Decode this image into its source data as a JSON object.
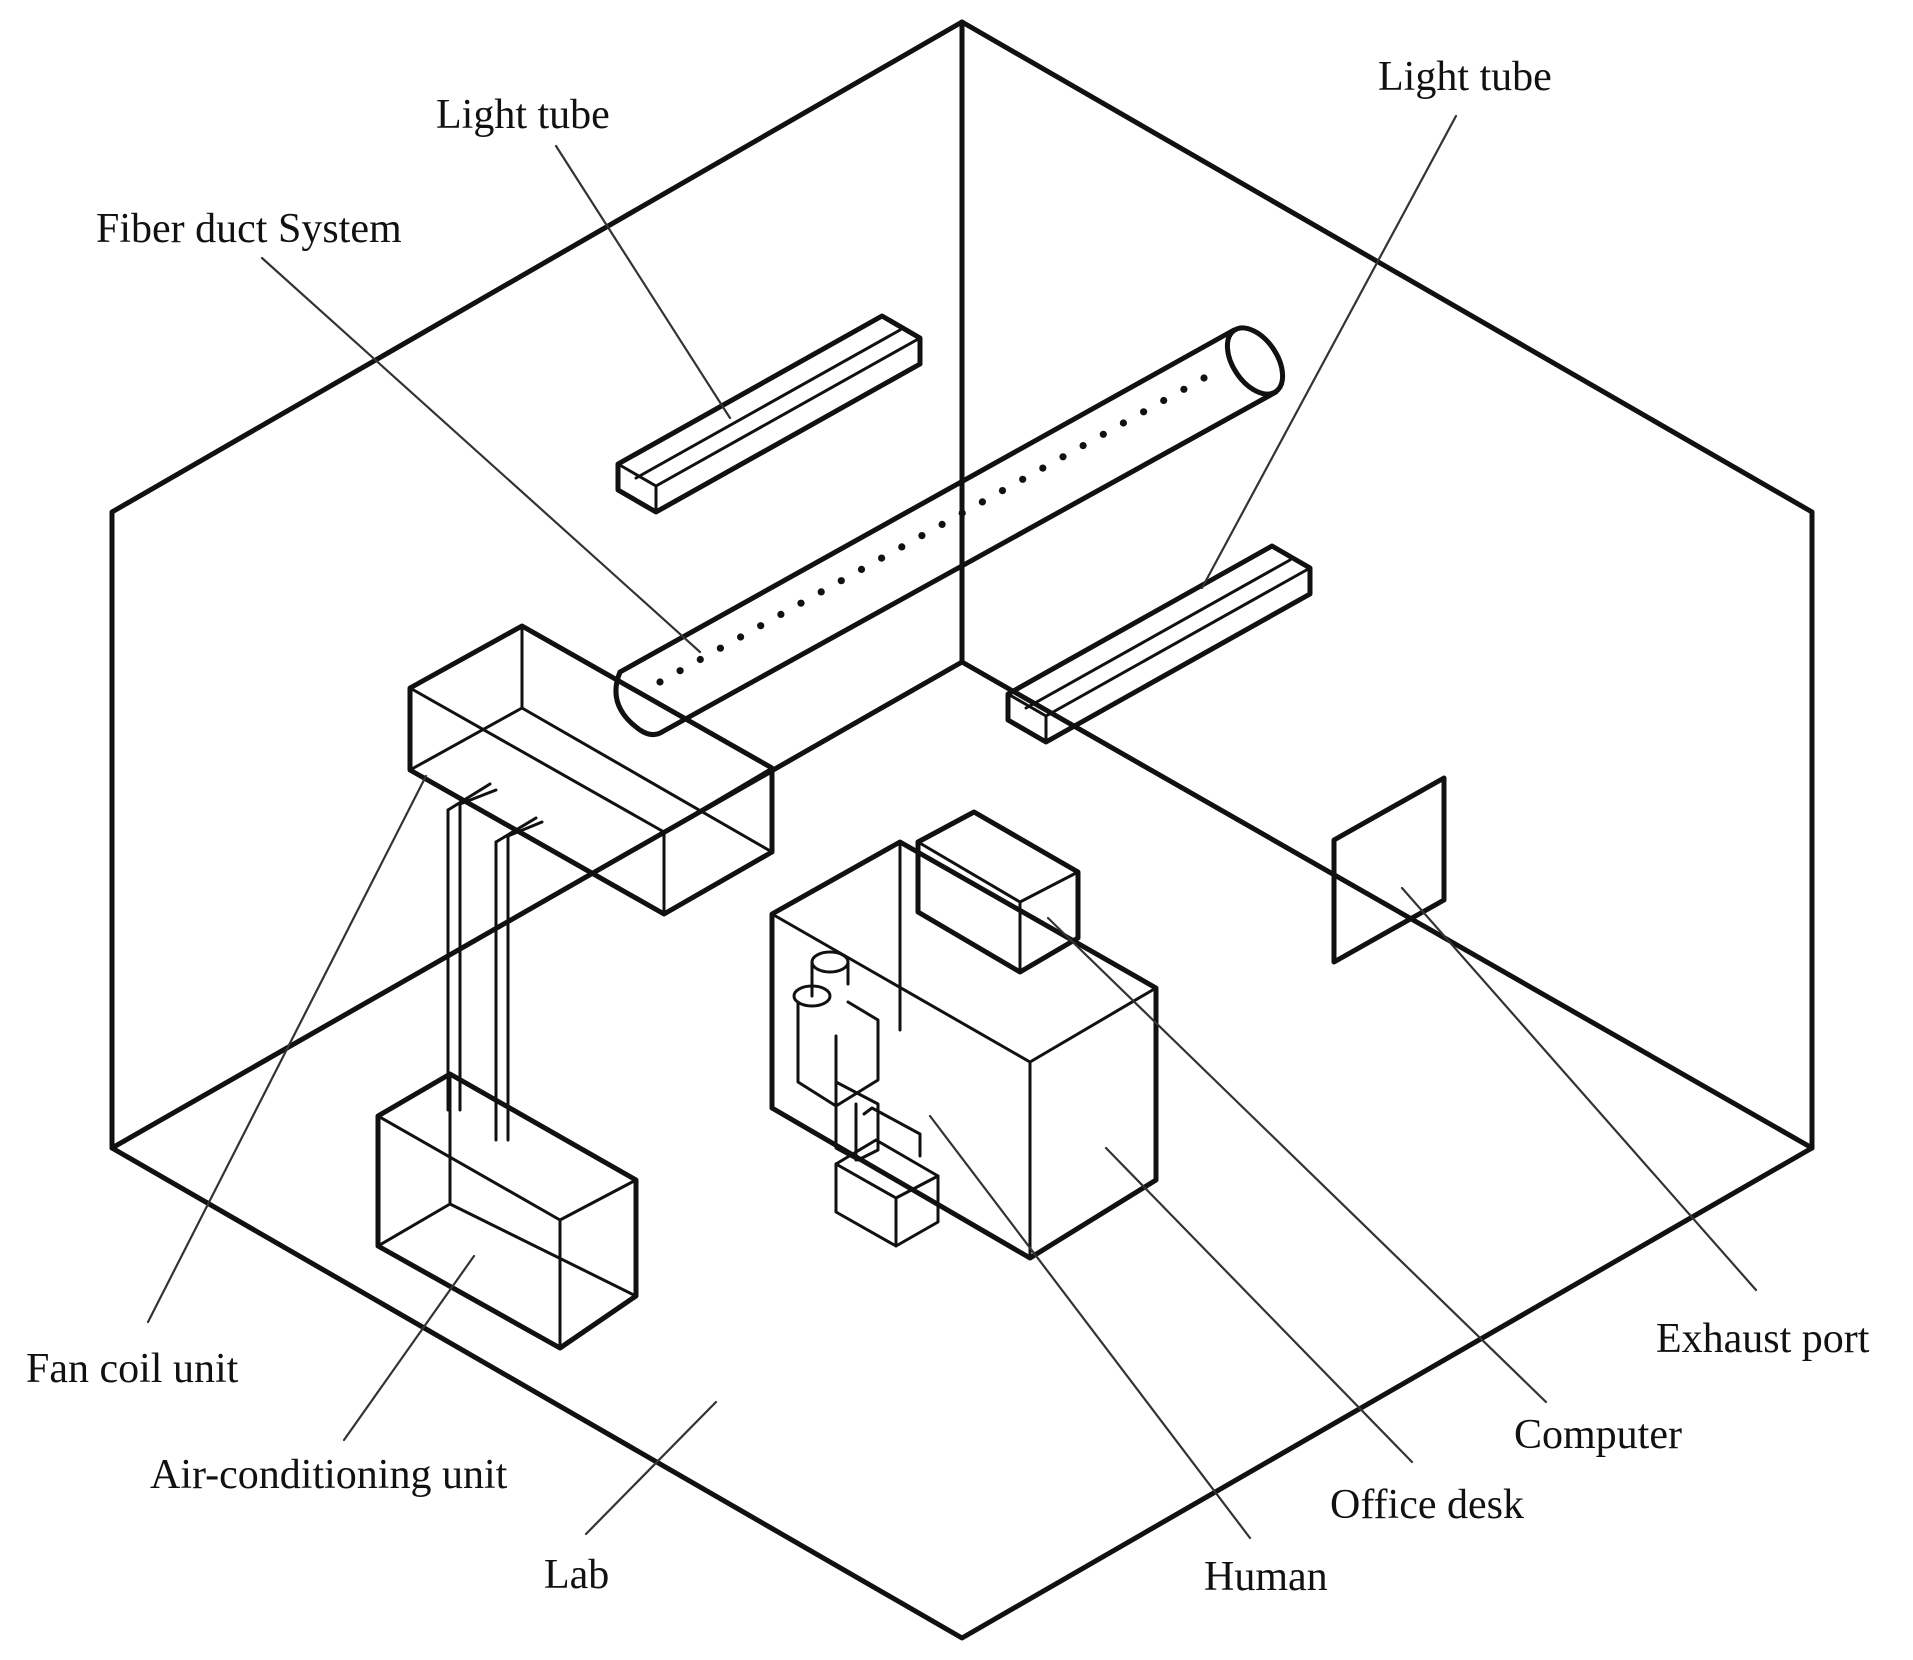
{
  "diagram": {
    "labels": {
      "light_tube_left": "Light tube",
      "light_tube_right": "Light tube",
      "fiber_duct": "Fiber duct System",
      "fan_coil": "Fan coil unit",
      "air_conditioning": "Air-conditioning unit",
      "lab": "Lab",
      "human": "Human",
      "office_desk": "Office desk",
      "computer": "Computer",
      "exhaust_port": "Exhaust port"
    },
    "style": {
      "line_color": "#111111",
      "background": "#ffffff"
    }
  }
}
